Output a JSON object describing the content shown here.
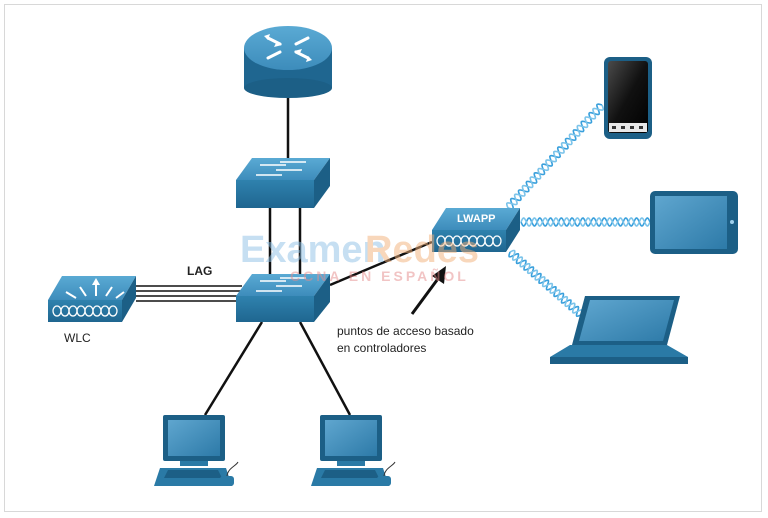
{
  "labels": {
    "lag": "LAG",
    "wlc": "WLC",
    "lwapp": "LWAPP",
    "ap_caption_line1": "puntos de acceso basado",
    "ap_caption_line2": "en controladores"
  },
  "watermark": {
    "word1": "Examen",
    "word2": "Redes",
    "tagline": "CCNA EN ESPAÑOL"
  },
  "colors": {
    "device_blue": "#2a7aa6",
    "device_top": "#4c9cc8",
    "device_dark": "#1c5f86",
    "wave_blue": "#3aa0dc",
    "link_black": "#111111"
  },
  "icons": [
    "router-icon",
    "switch-icon",
    "wlc-icon",
    "access-point-icon",
    "smartphone-icon",
    "tablet-icon",
    "laptop-icon",
    "desktop-pc-icon"
  ]
}
